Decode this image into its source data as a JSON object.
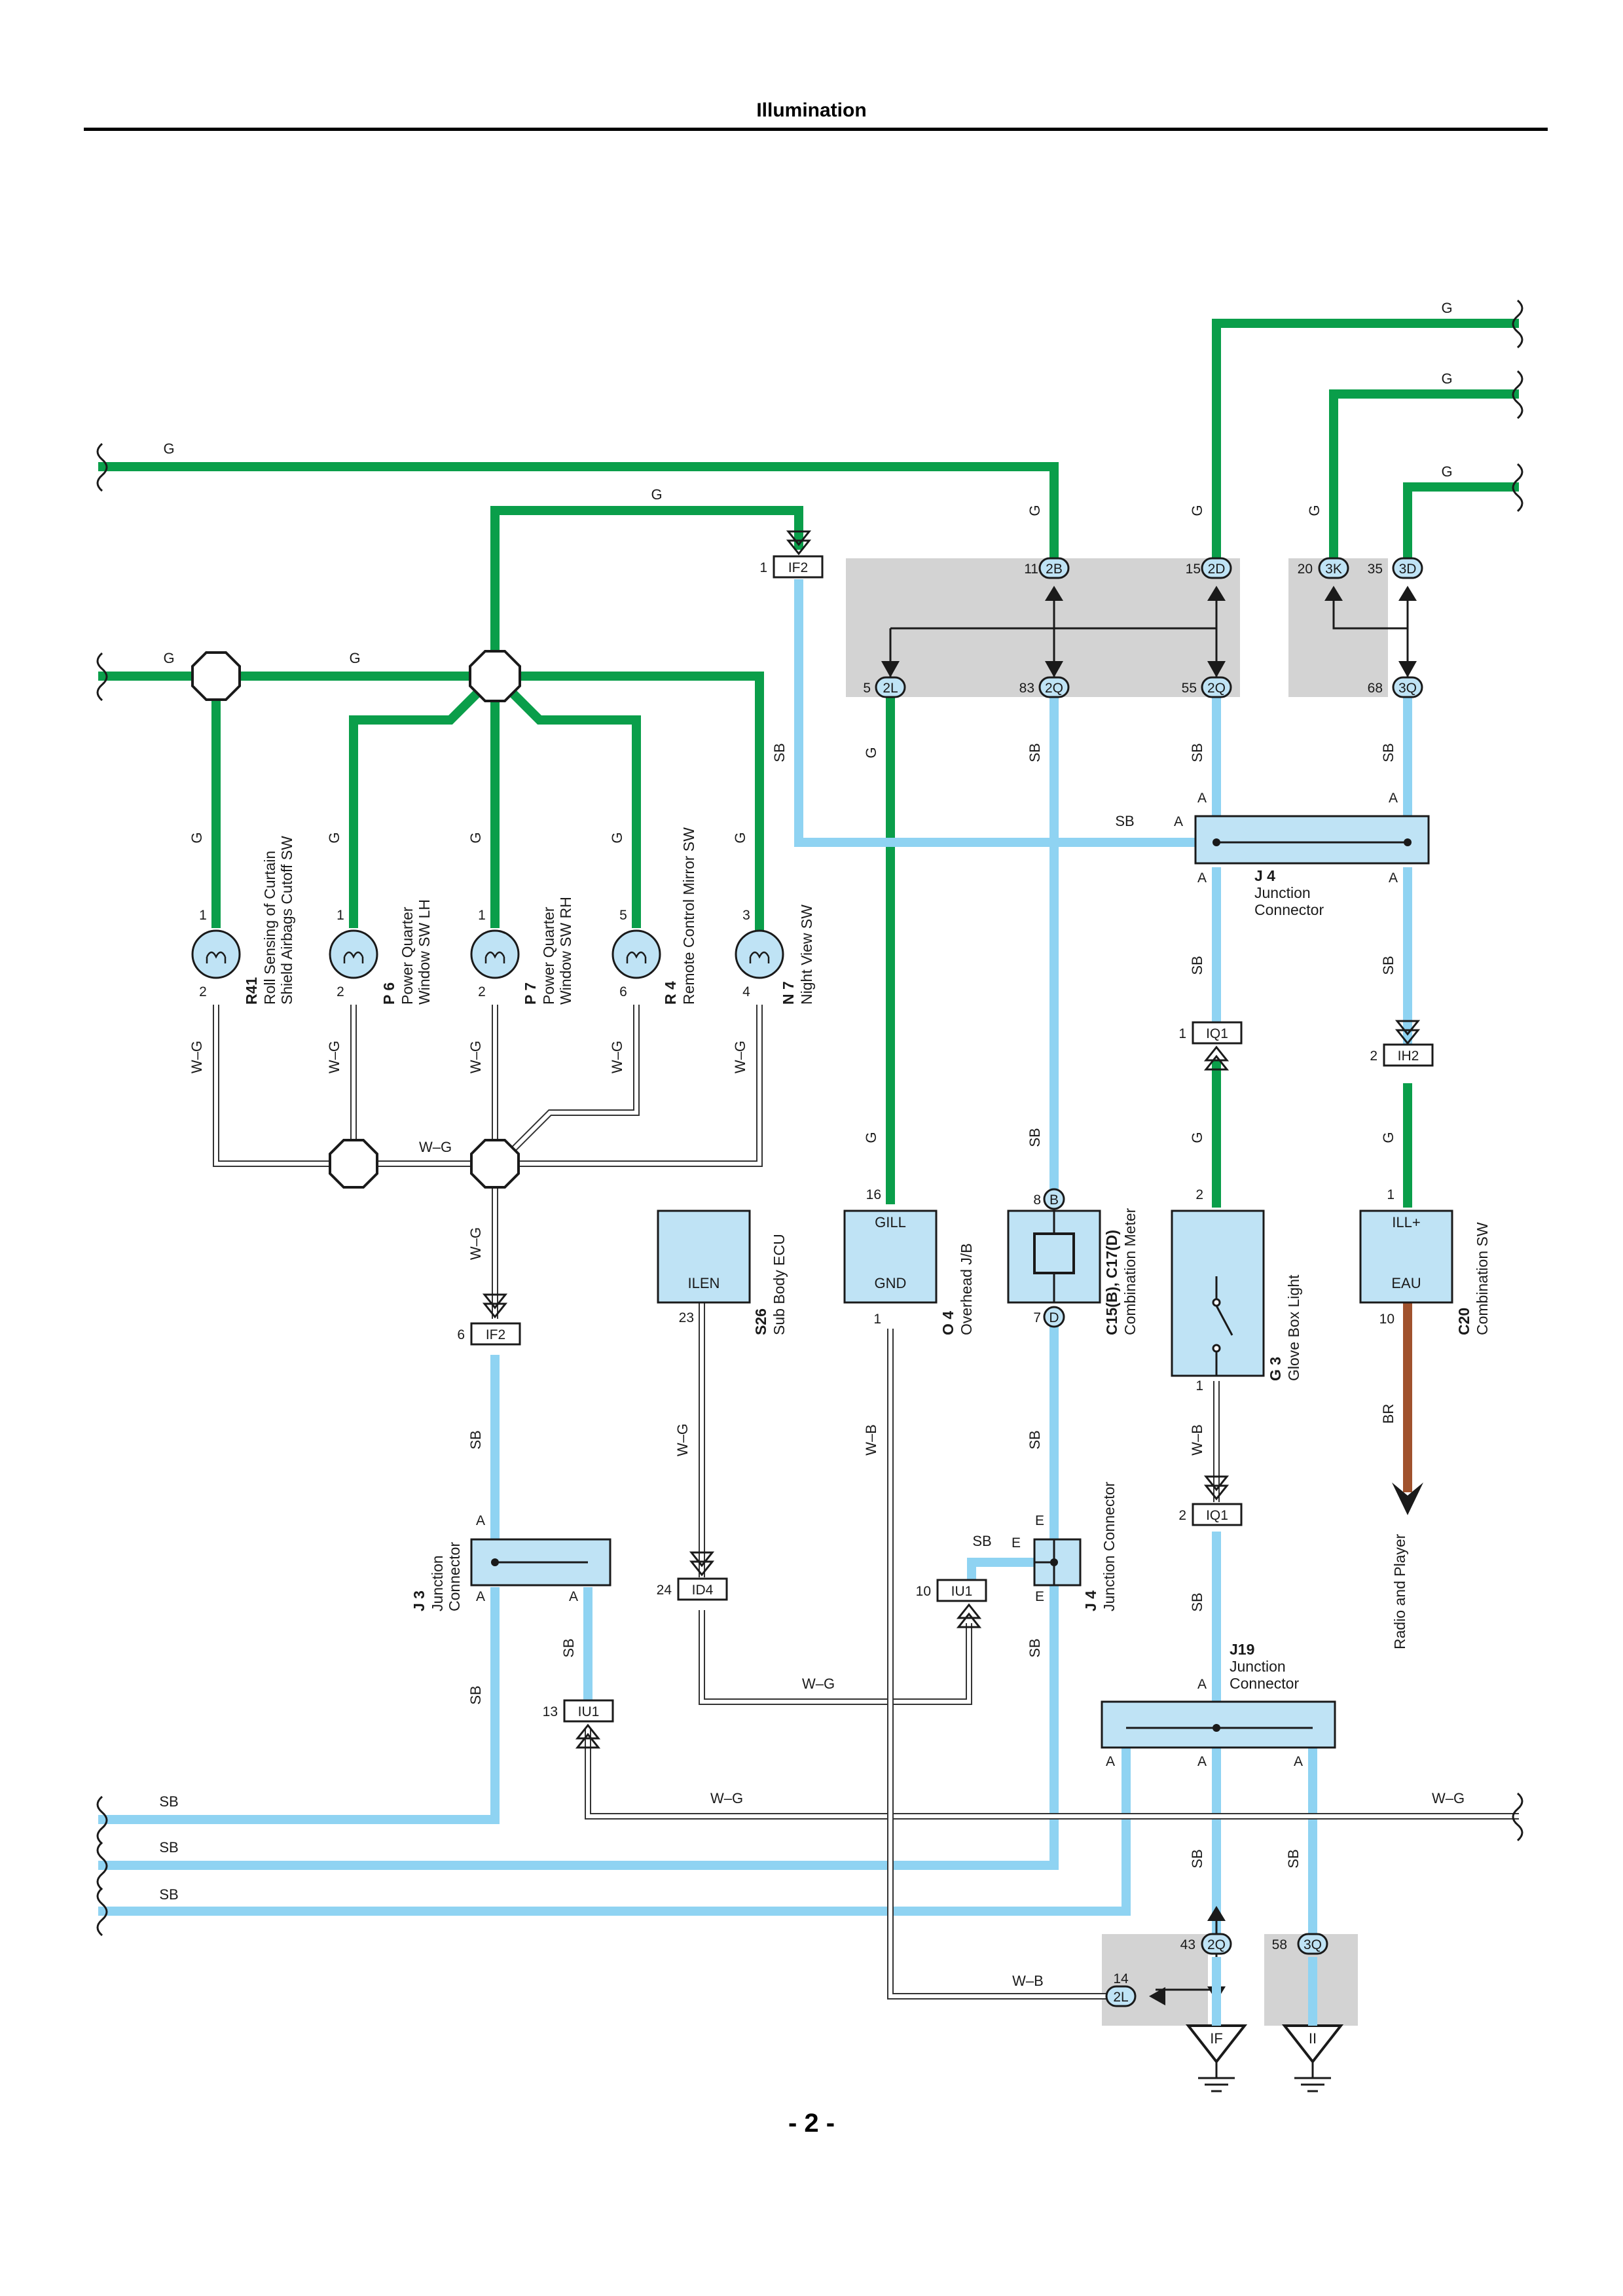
{
  "header": {
    "title": "Illumination"
  },
  "footer": {
    "page": "- 2 -"
  },
  "wire_labels": {
    "g": "G",
    "sb": "SB",
    "wg": "W–G",
    "wb": "W–B",
    "br": "BR"
  },
  "jb_pins": {
    "p11_2b": {
      "num": "11",
      "code": "2B"
    },
    "p15_2d": {
      "num": "15",
      "code": "2D"
    },
    "p20_3k": {
      "num": "20",
      "code": "3K"
    },
    "p35_3d": {
      "num": "35",
      "code": "3D"
    },
    "p5_2l": {
      "num": "5",
      "code": "2L"
    },
    "p83_2q": {
      "num": "83",
      "code": "2Q"
    },
    "p55_2q": {
      "num": "55",
      "code": "2Q"
    },
    "p68_3q": {
      "num": "68",
      "code": "3Q"
    },
    "p43_2q": {
      "num": "43",
      "code": "2Q"
    },
    "p58_3q": {
      "num": "58",
      "code": "3Q"
    },
    "p14_2l": {
      "num": "14",
      "code": "2L"
    }
  },
  "connectors": {
    "if2_top": {
      "num": "1",
      "code": "IF2"
    },
    "if2_mid": {
      "num": "6",
      "code": "IF2"
    },
    "iq1_top": {
      "num": "1",
      "code": "IQ1"
    },
    "ih2": {
      "num": "2",
      "code": "IH2"
    },
    "iq1_bot": {
      "num": "2",
      "code": "IQ1"
    },
    "id4": {
      "num": "24",
      "code": "ID4"
    },
    "iu1_a": {
      "num": "10",
      "code": "IU1"
    },
    "iu1_b": {
      "num": "13",
      "code": "IU1"
    }
  },
  "switches": [
    {
      "id": "R41",
      "name_line1": "Roll Sensing of Curtain",
      "name_line2": "Shield Airbags Cutoff SW",
      "pin_top": "1",
      "pin_bot": "2"
    },
    {
      "id": "P 6",
      "name_line1": "Power Quarter",
      "name_line2": "Window SW LH",
      "pin_top": "1",
      "pin_bot": "2"
    },
    {
      "id": "P 7",
      "name_line1": "Power Quarter",
      "name_line2": "Window SW RH",
      "pin_top": "1",
      "pin_bot": "2"
    },
    {
      "id": "R 4",
      "name_line1": "Remote Control Mirror SW",
      "name_line2": "",
      "pin_top": "5",
      "pin_bot": "6"
    },
    {
      "id": "N 7",
      "name_line1": "Night View SW",
      "name_line2": "",
      "pin_top": "3",
      "pin_bot": "4"
    }
  ],
  "components": {
    "s26": {
      "id": "S26",
      "name": "Sub Body ECU",
      "terminal": "ILEN",
      "pin": "23"
    },
    "o4": {
      "id": "O 4",
      "name": "Overhead J/B",
      "term_top": "GILL",
      "term_bot": "GND",
      "pin_top": "16",
      "pin_bot": "1"
    },
    "c15": {
      "id": "C15(B), C17(D)",
      "name": "Combination Meter",
      "pin_top": "8",
      "pin_bot": "7",
      "code_top": "B",
      "code_bot": "D"
    },
    "g3": {
      "id": "G 3",
      "name": "Glove Box Light",
      "pin_top": "2",
      "pin_bot": "1"
    },
    "c20": {
      "id": "C20",
      "name": "Combination SW",
      "term_top": "ILL+",
      "term_bot": "EAU",
      "pin_top": "1",
      "pin_bot": "10"
    },
    "j4_top": {
      "id": "J 4",
      "name_line1": "Junction",
      "name_line2": "Connector",
      "pin": "A"
    },
    "j3": {
      "id": "J 3",
      "name_line1": "Junction",
      "name_line2": "Connector",
      "pin": "A"
    },
    "j4_bot": {
      "id": "J 4",
      "name": "Junction Connector",
      "pin": "E"
    },
    "j19": {
      "id": "J19",
      "name_line1": "Junction",
      "name_line2": "Connector",
      "pin": "A"
    }
  },
  "destinations": {
    "radio": "Radio and Player"
  },
  "grounds": {
    "if": "IF",
    "ii": "II"
  }
}
